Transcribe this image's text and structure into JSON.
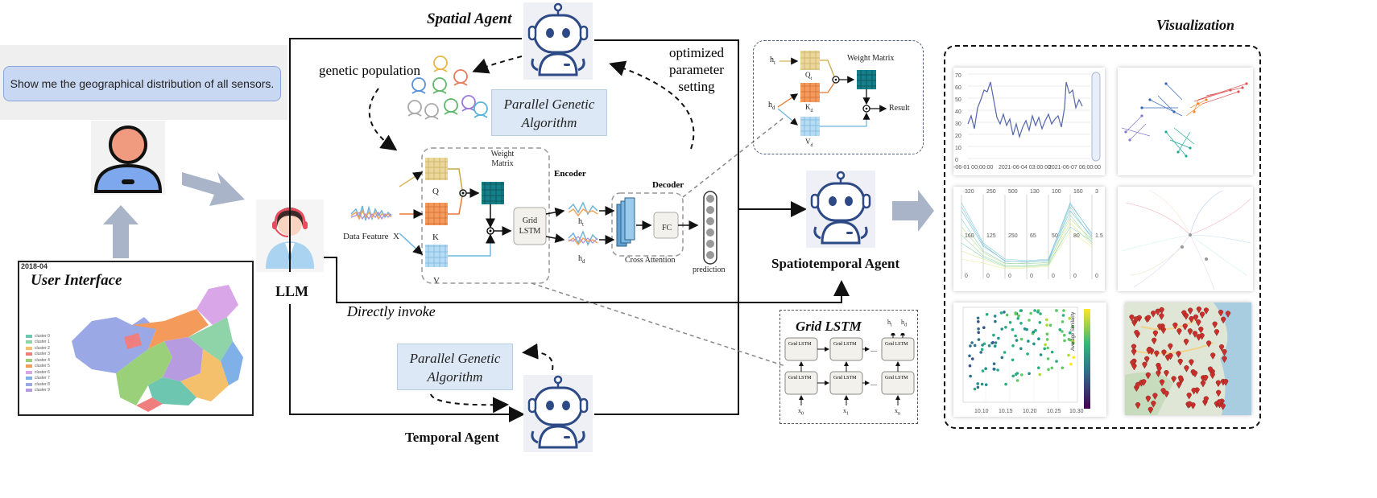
{
  "user_side": {
    "query": "Show me the geographical distribution of all sensors.",
    "ui_title": "User Interface",
    "ui_year": "2018-04",
    "legend": [
      "cluster 0",
      "cluster 1",
      "cluster 2",
      "cluster 3",
      "cluster 4",
      "cluster 5",
      "cluster 6",
      "cluster 7",
      "cluster 8",
      "cluster 9"
    ],
    "legend_colors": [
      "#6cc6b0",
      "#8fd3a8",
      "#f5c06b",
      "#ef7f7f",
      "#9bd07a",
      "#f49b5b",
      "#d9a7e8",
      "#7fb0e8",
      "#9aa9e6",
      "#b79be0"
    ],
    "llm_label": "LLM"
  },
  "agents": {
    "spatial": "Spatial Agent",
    "temporal": "Temporal Agent",
    "spatiotemporal": "Spatiotemporal Agent",
    "directly_invoke": "Directly invoke"
  },
  "genetic": {
    "population": "genetic population",
    "pga_top_line1": "Parallel Genetic",
    "pga_top_line2": "Algorithm",
    "pga_bottom_line1": "Parallel Genetic",
    "pga_bottom_line2": "Algorithm",
    "optimized_line1": "optimized",
    "optimized_line2": "parameter",
    "optimized_line3": "setting"
  },
  "model": {
    "data_feature": "Data Feature  X",
    "weight_matrix_line1": "Weight",
    "weight_matrix_line2": "Matrix",
    "q": "Q",
    "k": "K",
    "v": "V",
    "grid_lstm_line1": "Grid",
    "grid_lstm_line2": "LSTM",
    "encoder": "Encoder",
    "decoder": "Decoder",
    "h_t": "h",
    "h_t_sub": "t",
    "h_d": "h",
    "h_d_sub": "d",
    "fc": "FC",
    "cross_attention": "Cross Attention",
    "prediction": "prediction"
  },
  "cross_attn_inset": {
    "h_t": "h",
    "h_t_sub": "t",
    "h_d": "h",
    "h_d_sub": "d",
    "q": "Q",
    "q_sub": "t",
    "k": "K",
    "k_sub": "d",
    "v": "V",
    "v_sub": "d",
    "weight_matrix": "Weight Matrix",
    "result": "Result"
  },
  "grid_lstm_inset": {
    "title": "Grid LSTM",
    "cell": "Grid LSTM",
    "h_t": "h",
    "h_t_sub": "t",
    "h_d": "h",
    "h_d_sub": "d",
    "x0": "x",
    "x0_sub": "0",
    "x1": "x",
    "x1_sub": "1",
    "xn": "x",
    "xn_sub": "n"
  },
  "visualization": {
    "title": "Visualization",
    "line_chart": {
      "y_ticks": [
        "70",
        "60",
        "50",
        "40",
        "30",
        "20",
        "10",
        "0"
      ],
      "x_ticks": [
        "-06-01 00:00:00",
        "2021-06-04 03:00:00",
        "2021-06-07 06:00:00"
      ]
    },
    "parallel": {
      "top_ticks": [
        "320",
        "250",
        "500",
        "130",
        "100",
        "160",
        "3"
      ],
      "mid_ticks": [
        "160",
        "125",
        "250",
        "65",
        "50",
        "80",
        "1.5"
      ],
      "bottom_ticks": [
        "0",
        "0",
        "0",
        "0",
        "0",
        "0",
        "0"
      ]
    },
    "scatter": {
      "x_ticks": [
        "10.10",
        "10.15",
        "10.20",
        "10.25",
        "10.30"
      ],
      "colorbar_label": "Average Similarity"
    }
  },
  "colors": {
    "teal": "#16626b",
    "blue_box": "#dce8f5",
    "q_color": "#ecd79a",
    "k_color": "#f39a5c",
    "v_color": "#b5dcf4"
  }
}
